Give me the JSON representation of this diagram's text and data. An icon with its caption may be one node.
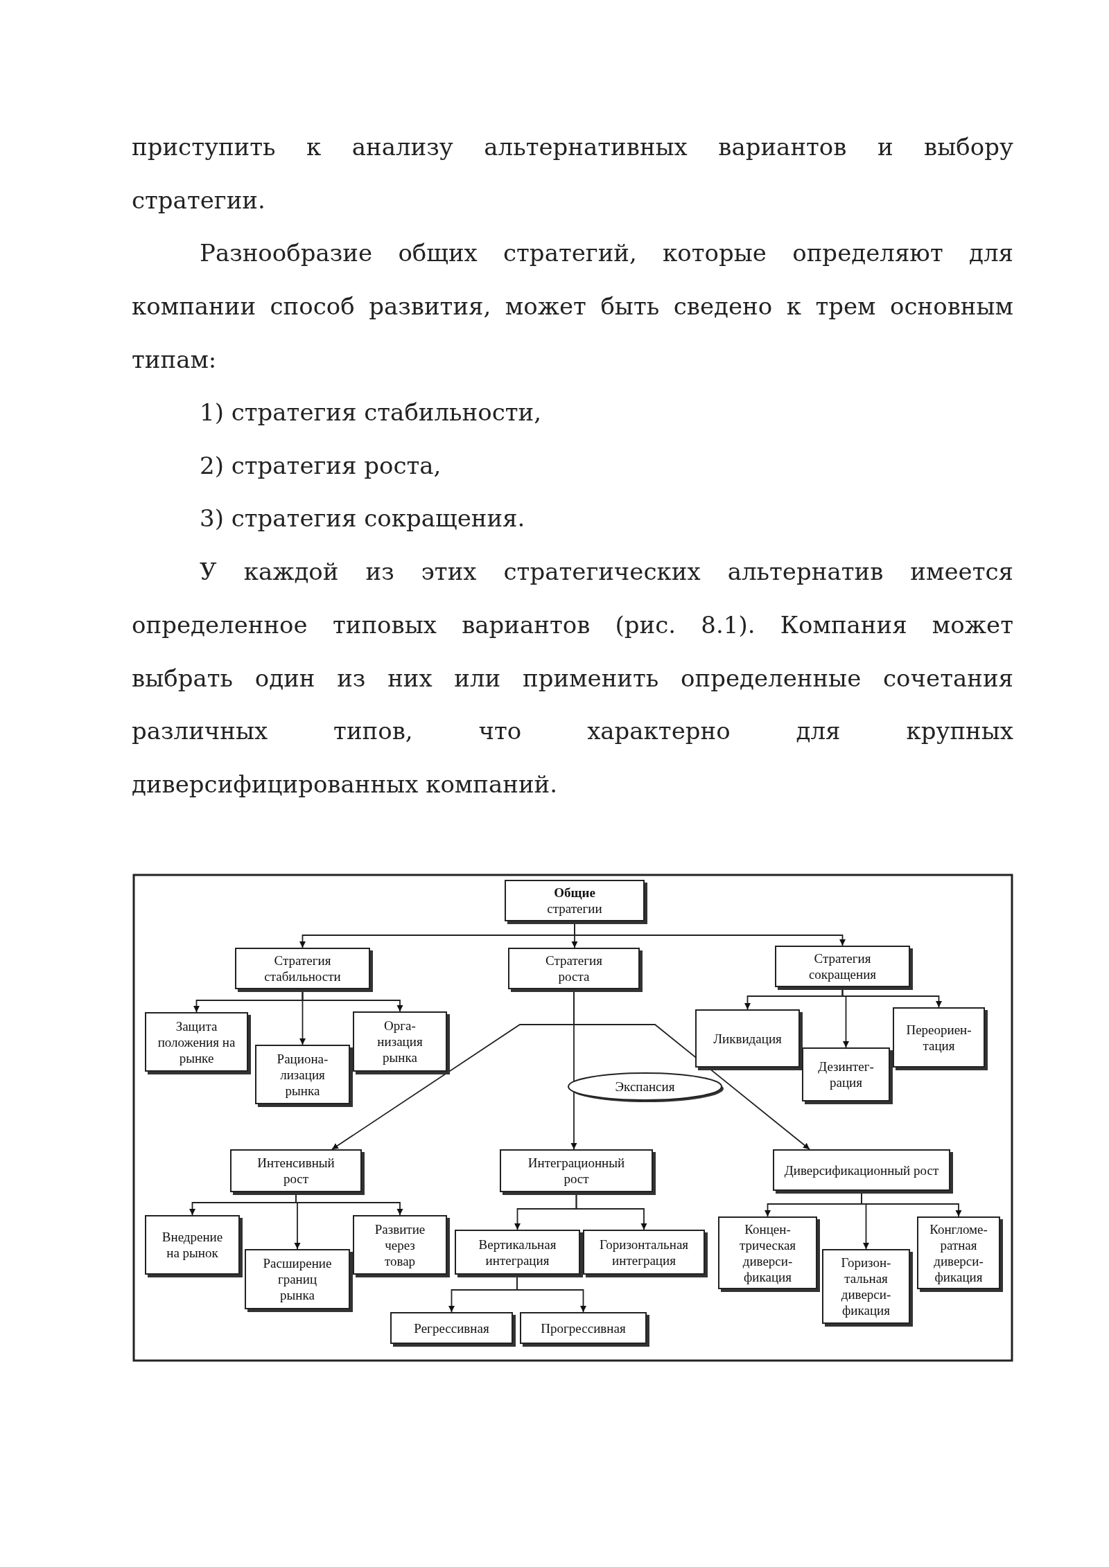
{
  "diagram": {
    "nodes": [
      {
        "text": [
          "**Общие** стратегии"
        ]
      },
      {
        "text": [
          "Стратегия стабильности"
        ]
      },
      {
        "text": [
          "Стратегия роста"
        ]
      },
      {
        "text": [
          "Стратегия сокращения"
        ]
      },
      {
        "text": [
          "Защита положения на рынке"
        ]
      },
      {
        "text": [
          "Рациона-лизация рынка"
        ]
      },
      {
        "text": [
          "Орга-низация рынка"
        ]
      },
      {
        "text": [
          "Ликвидация"
        ]
      },
      {
        "text": [
          "Дезинтег-рация"
        ]
      },
      {
        "text": [
          "Переориен-тация"
        ]
      },
      {
        "text": [
          "Экспансия"
        ]
      },
      {
        "text": [
          "Интенсивный рост"
        ]
      },
      {
        "text": [
          "Интеграционный рост"
        ]
      },
      {
        "text": [
          "Диверсификационный рост"
        ]
      },
      {
        "text": [
          "Внедрение на рынок"
        ]
      },
      {
        "text": [
          "Расширение границ рынка"
        ]
      },
      {
        "text": [
          "Развитие через товар"
        ]
      },
      {
        "text": [
          "Вертикальная интеграция"
        ]
      },
      {
        "text": [
          "Горизонтальная интеграция"
        ]
      },
      {
        "text": [
          "Регрессивная"
        ]
      },
      {
        "text": [
          "Прогрессивная"
        ]
      },
      {
        "text": [
          "Концен-трическая диверси-фикация"
        ]
      },
      {
        "text": [
          "Горизон-тальная диверси-фикация"
        ]
      },
      {
        "text": [
          "Конгломе-ратная диверси-фикация"
        ]
      }
    ],
    "edges": [
      {
        "from": 0,
        "to": 1,
        "arrow": "to"
      },
      {
        "from": 0,
        "to": 2,
        "arrow": "to"
      },
      {
        "from": 0,
        "to": 3,
        "arrow": "to"
      },
      {
        "from": 1,
        "to": 4,
        "arrow": "to"
      },
      {
        "from": 1,
        "to": 5,
        "arrow": "to"
      },
      {
        "from": 1,
        "to": 6,
        "arrow": "to"
      },
      {
        "from": 3,
        "to": 7,
        "arrow": "to"
      },
      {
        "from": 3,
        "to": 8,
        "arrow": "to"
      },
      {
        "from": 3,
        "to": 9,
        "arrow": "to"
      },
      {
        "from": 2,
        "to": 11,
        "arrow": "to"
      },
      {
        "from": 2,
        "to": 12,
        "arrow": "to"
      },
      {
        "from": 2,
        "to": 13,
        "arrow": "to"
      },
      {
        "from": 11,
        "to": 14,
        "arrow": "to"
      },
      {
        "from": 11,
        "to": 15,
        "arrow": "to"
      },
      {
        "from": 11,
        "to": 16,
        "arrow": "to"
      },
      {
        "from": 12,
        "to": 17,
        "arrow": "to"
      },
      {
        "from": 12,
        "to": 18,
        "arrow": "to"
      },
      {
        "from": 13,
        "to": 21,
        "arrow": "to"
      },
      {
        "from": 13,
        "to": 22,
        "arrow": "to"
      },
      {
        "from": 13,
        "to": 23,
        "arrow": "to"
      },
      {
        "from": 17,
        "to": 19,
        "arrow": "to"
      },
      {
        "from": 17,
        "to": 20,
        "arrow": "to"
      }
    ],
    "labels": [
      "приступить к анализу альтернативных вариантов и выбору стратегии.",
      "Разнообразие общих стратегий, которые определяют для компании способ развития, может быть сведено к трем основным типам:",
      "1) стратегия стабильности,",
      "2) стратегия роста,",
      "3) стратегия сокращения.",
      "У каждой из этих стратегических альтернатив имеется определенное типовых вариантов (рис. 8.1). Компания может выбрать один из них или применить определенные сочетания различных типов, что характерно для крупных диверсифицированных компаний."
    ]
  }
}
